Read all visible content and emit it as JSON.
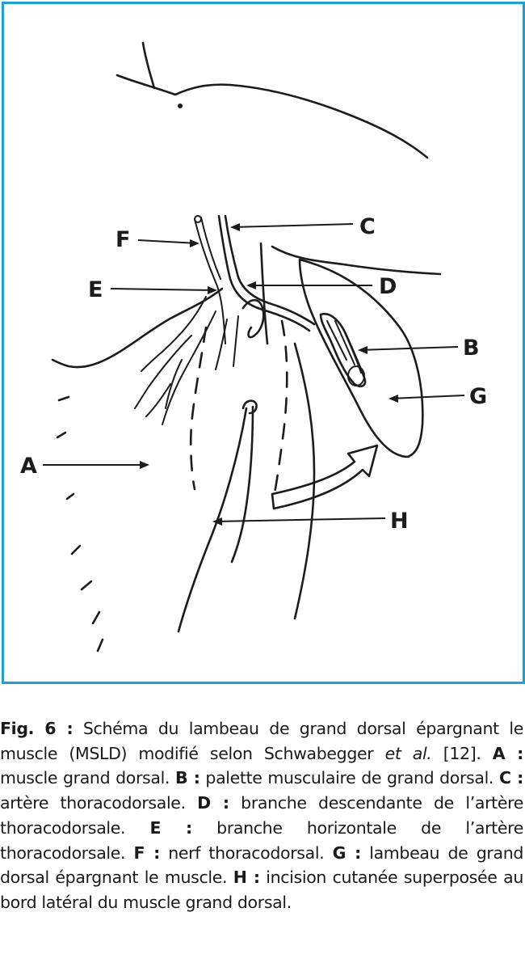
{
  "figure": {
    "callouts": {
      "A": "A",
      "B": "B",
      "C": "C",
      "D": "D",
      "E": "E",
      "F": "F",
      "G": "G",
      "H": "H"
    },
    "colors": {
      "frame_border": "#1aa1d8",
      "ink": "#1c1c1c"
    }
  },
  "caption": {
    "fig_label": "Fig. 6 :",
    "intro": " Schéma du lambeau de grand dorsal épargnant le muscle (MSLD) modifié selon Schwabegger ",
    "etal": "et al.",
    "ref": " [12]. ",
    "items": [
      {
        "key": "A :",
        "text": " muscle grand dorsal. "
      },
      {
        "key": "B :",
        "text": " palette musculaire de grand dorsal. "
      },
      {
        "key": "C :",
        "text": " artère thoracodorsale. "
      },
      {
        "key": "D :",
        "text": " branche descendante de l’artère thoracodorsale. "
      },
      {
        "key": "E :",
        "text": " branche horizontale de l’artère thoracodorsale. "
      },
      {
        "key": "F :",
        "text": " nerf thoracodorsal. "
      },
      {
        "key": "G :",
        "text": " lambeau de grand dorsal épargnant le muscle. "
      },
      {
        "key": "H :",
        "text": " incision cutanée superposée au bord latéral du muscle grand dorsal."
      }
    ]
  }
}
